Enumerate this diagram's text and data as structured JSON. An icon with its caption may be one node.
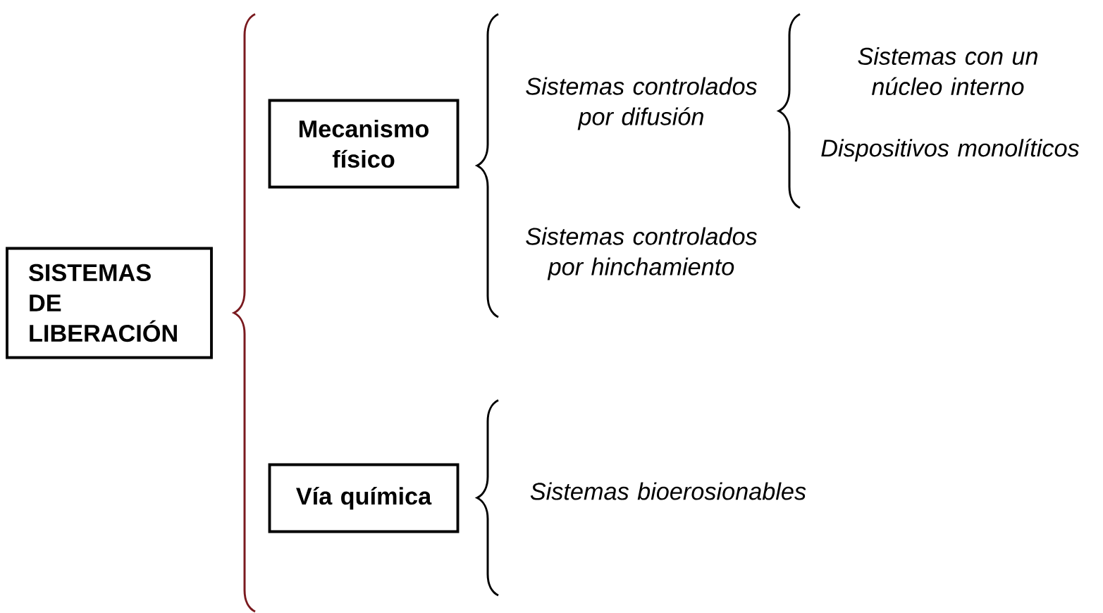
{
  "diagram": {
    "nodes": [
      {
        "text": [
          "SISTEMAS DE LIBERACIÓN"
        ]
      },
      {
        "text": [
          "Mecanismo físico"
        ]
      },
      {
        "text": [
          "Vía química"
        ]
      },
      {
        "text": [
          "Sistemas controlados por difusión"
        ]
      },
      {
        "text": [
          "Sistemas controlados por hinchamiento"
        ]
      },
      {
        "text": [
          "Sistemas bioerosionables"
        ]
      },
      {
        "text": [
          "Sistemas con un núcleo interno"
        ]
      },
      {
        "text": [
          "Dispositivos monolíticos"
        ]
      }
    ]
  }
}
